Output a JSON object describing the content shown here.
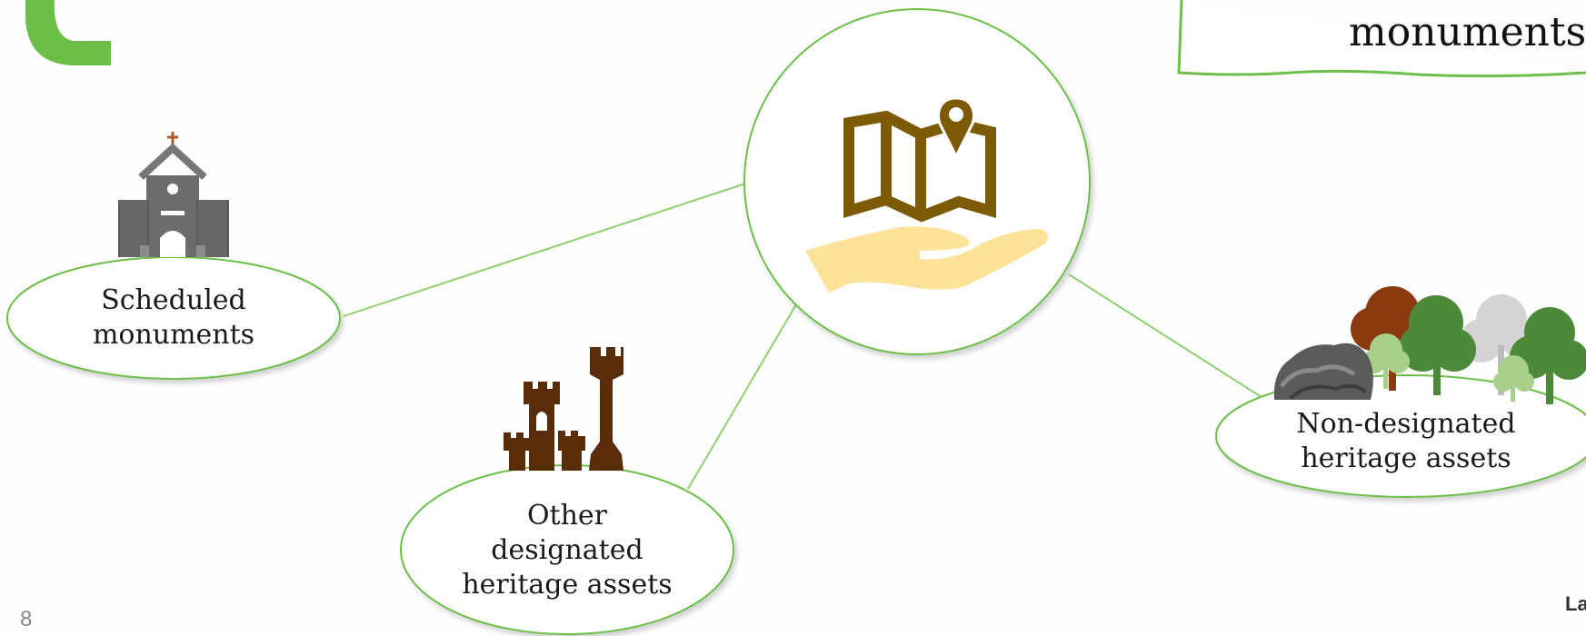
{
  "diagram": {
    "center_icon": "map-in-hand-icon",
    "nodes": [
      {
        "id": "scheduled",
        "label_lines": [
          "Scheduled",
          "monuments"
        ],
        "icon": "church-icon"
      },
      {
        "id": "other",
        "label_lines": [
          "Other",
          "designated",
          "heritage assets"
        ],
        "icon": "castle-icon"
      },
      {
        "id": "nondesignated",
        "label_lines": [
          "Non-designated",
          "heritage assets"
        ],
        "icon": "trees-and-rocks-icon"
      }
    ]
  },
  "callout": {
    "text": "monuments"
  },
  "footer": {
    "page_number": "8",
    "corner_text": "La"
  },
  "colors": {
    "accent_green": "#6cc04a",
    "line_green": "#8fd06f",
    "map_brown": "#7d5a06",
    "hand_yellow": "#fde299",
    "castle_brown": "#5a2d0a",
    "church_gray": "#666666"
  }
}
